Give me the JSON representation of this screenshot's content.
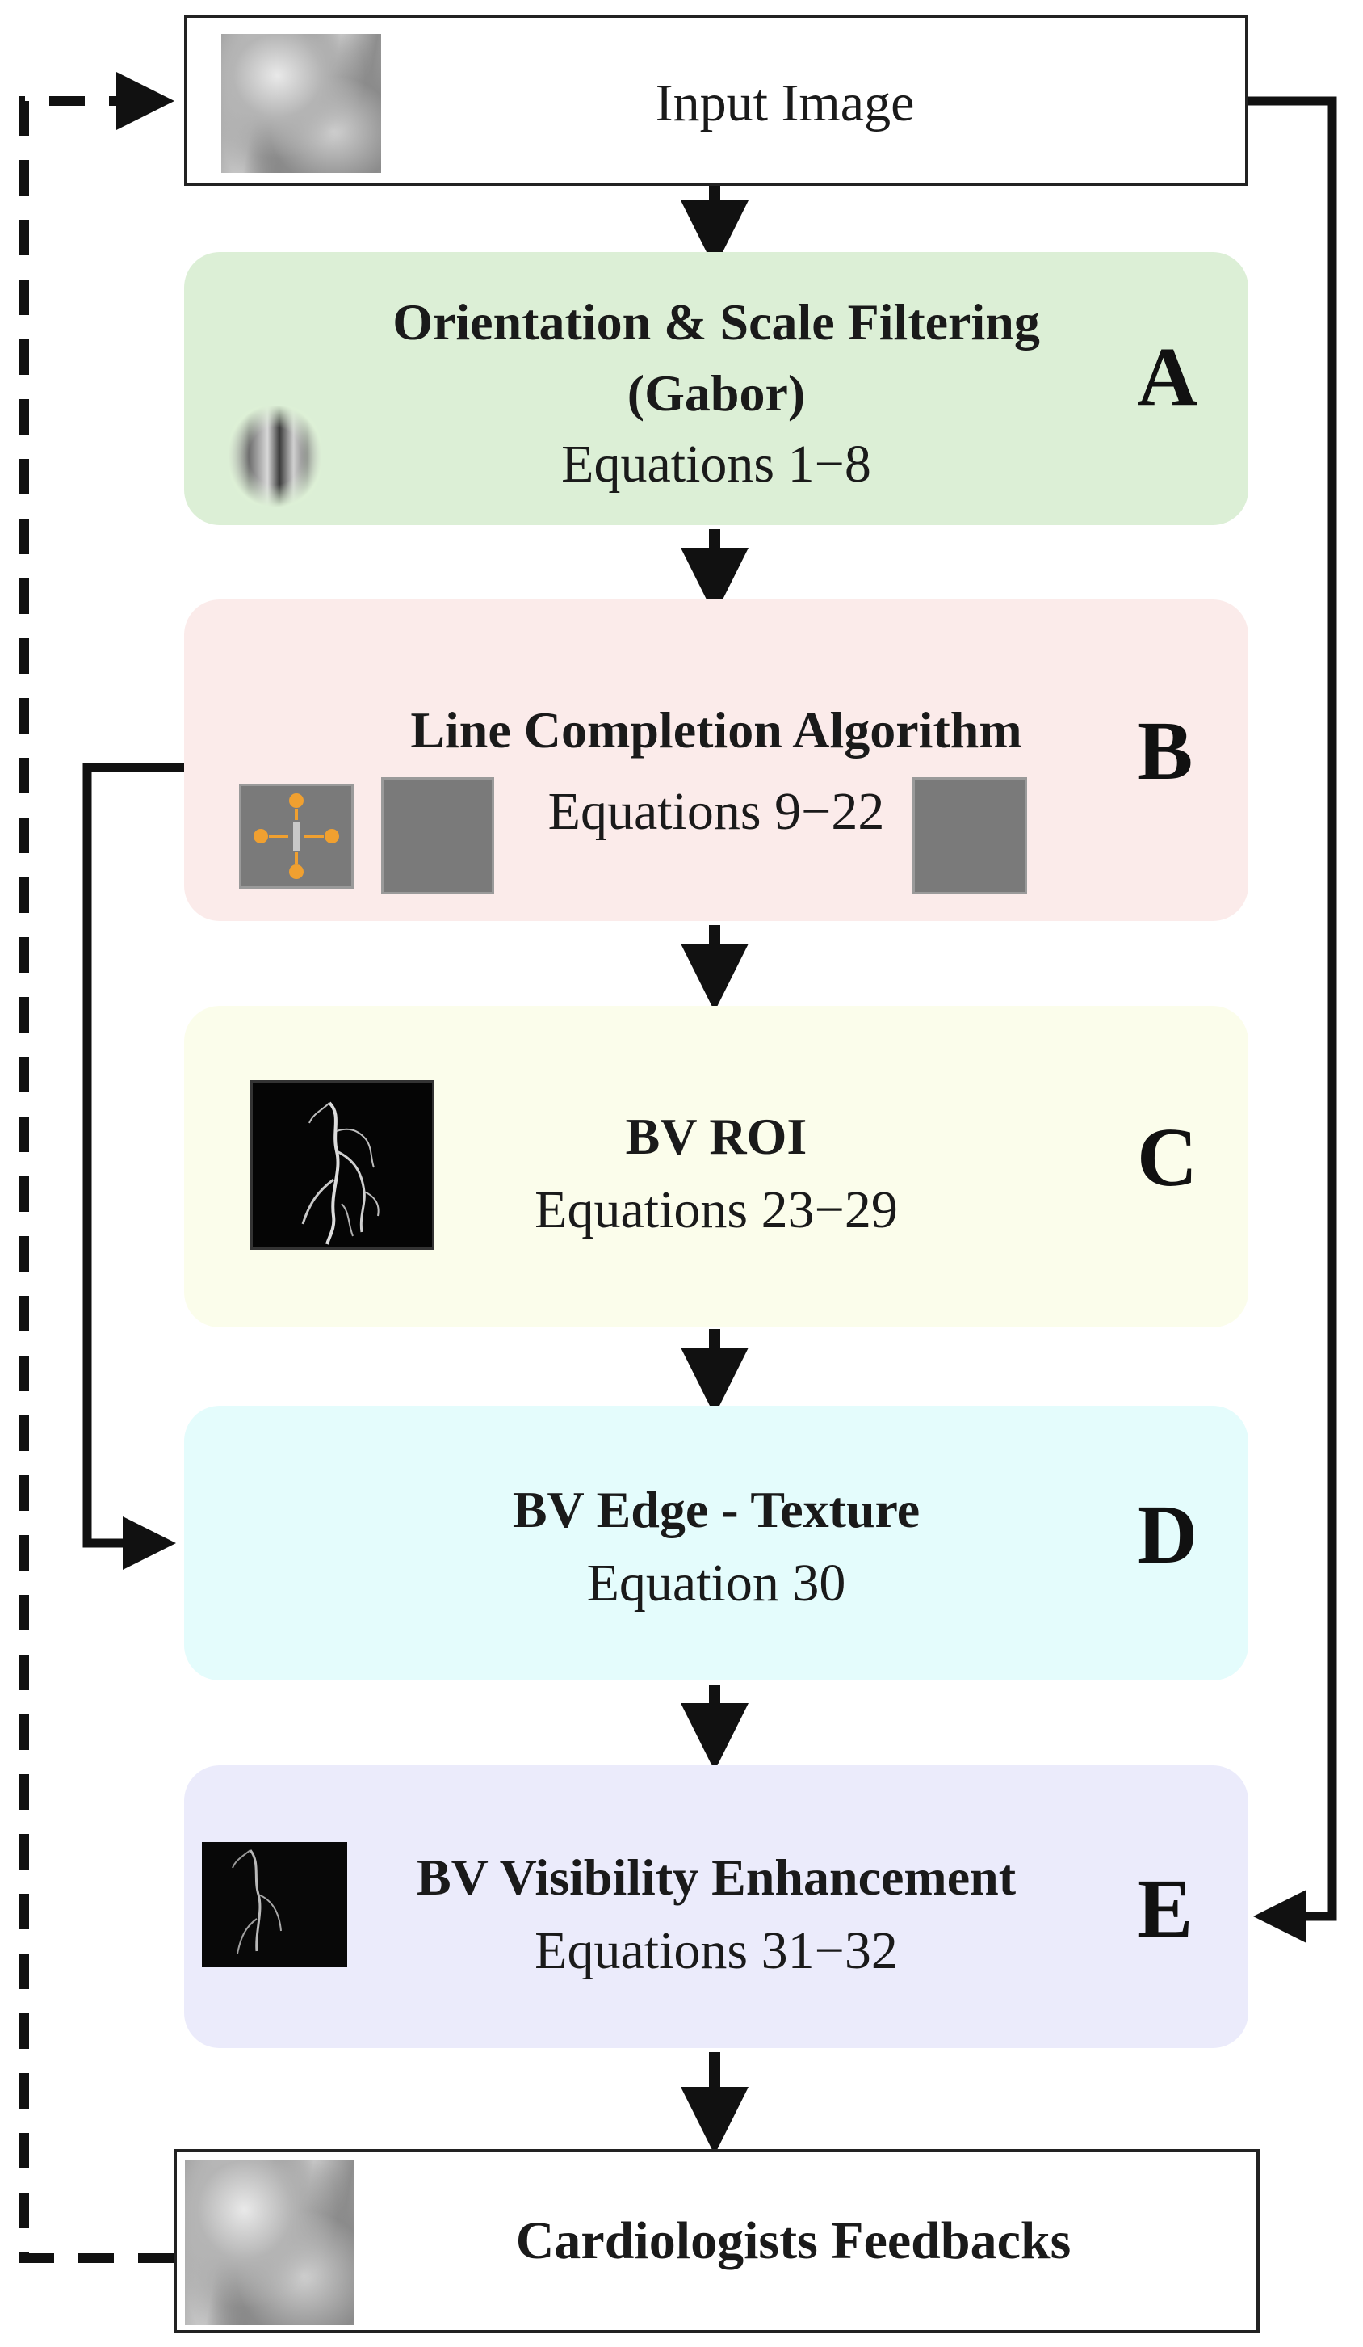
{
  "input_box": {
    "label": "Input Image"
  },
  "stages": [
    {
      "title": "Orientation & Scale Filtering",
      "title2": "(Gabor)",
      "equations": "Equations 1−8",
      "letter": "A",
      "fill": "#dcefd6"
    },
    {
      "title": "Line Completion Algorithm",
      "equations": "Equations 9−22",
      "letter": "B",
      "fill": "#fbebea"
    },
    {
      "title": "BV ROI",
      "equations": "Equations 23−29",
      "letter": "C",
      "fill": "#fbfdeb"
    },
    {
      "title": "BV Edge - Texture",
      "equations": "Equation 30",
      "letter": "D",
      "fill": "#e4fcfc"
    },
    {
      "title": "BV Visibility Enhancement",
      "equations": "Equations 31−32",
      "letter": "E",
      "fill": "#ebebfb"
    }
  ],
  "output_box": {
    "label": "Cardiologists Feedbacks"
  },
  "colors": {
    "arrow": "#111111",
    "box_border": "#222222",
    "marker_orange": "#f0a030"
  },
  "icons": [
    "angiogram-thumbnail",
    "gabor-kernel-thumbnail",
    "line-kernel-thumbnail",
    "vessel-mask-thumbnail",
    "enhanced-vessel-thumbnail"
  ]
}
